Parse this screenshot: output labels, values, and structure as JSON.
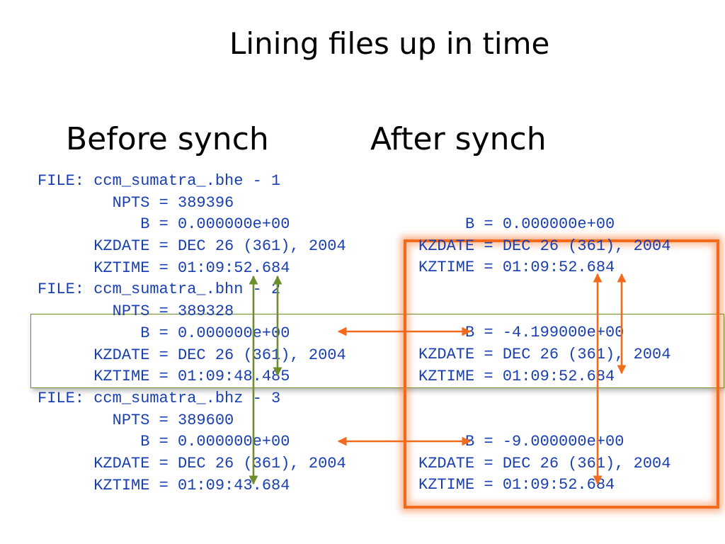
{
  "slide": {
    "title": "Lining files up in time",
    "before_heading": "Before synch",
    "after_heading": "After synch"
  },
  "before": {
    "lines": [
      "FILE: ccm_sumatra_.bhe - 1",
      "        NPTS = 389396",
      "           B = 0.000000e+00",
      "      KZDATE = DEC 26 (361), 2004",
      "      KZTIME = 01:09:52.684",
      "FILE: ccm_sumatra_.bhn - 2",
      "        NPTS = 389328",
      "           B = 0.000000e+00",
      "      KZDATE = DEC 26 (361), 2004",
      "      KZTIME = 01:09:48.485",
      "FILE: ccm_sumatra_.bhz - 3",
      "        NPTS = 389600",
      "           B = 0.000000e+00",
      "      KZDATE = DEC 26 (361), 2004",
      "      KZTIME = 01:09:43.684"
    ]
  },
  "after": {
    "lines": [
      "     B = 0.000000e+00",
      "KZDATE = DEC 26 (361), 2004",
      "KZTIME = 01:09:52.684",
      "",
      "",
      "     B = -4.199000e+00",
      "KZDATE = DEC 26 (361), 2004",
      "KZTIME = 01:09:52.684",
      "",
      "",
      "     B = -9.000000e+00",
      "KZDATE = DEC 26 (361), 2004",
      "KZTIME = 01:09:52.684"
    ]
  },
  "colors": {
    "text": "#000000",
    "code": "#1a3fb0",
    "green": "#6e8d2c",
    "orange": "#f26a1b"
  }
}
